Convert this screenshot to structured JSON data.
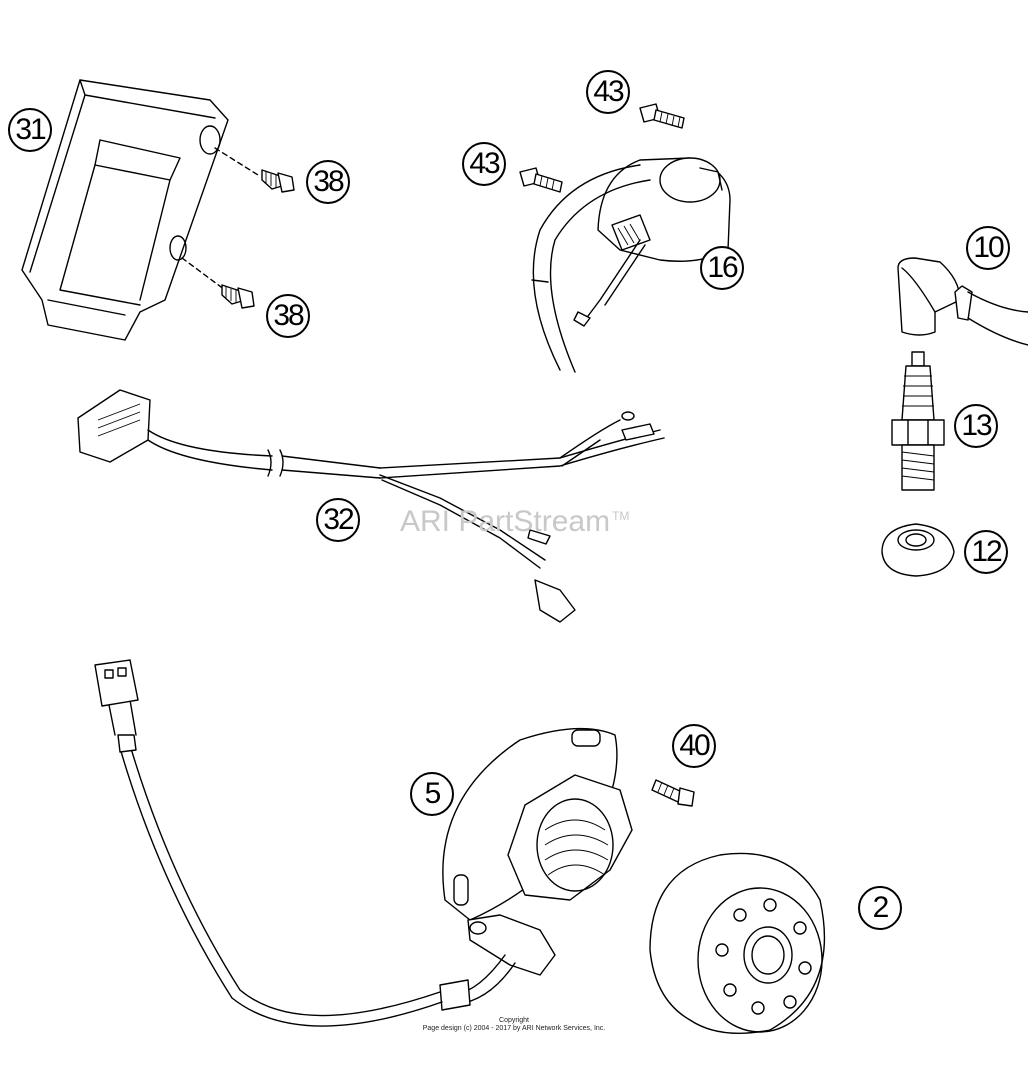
{
  "callouts": [
    {
      "id": "31",
      "text": "31"
    },
    {
      "id": "38a",
      "text": "38"
    },
    {
      "id": "38b",
      "text": "38"
    },
    {
      "id": "43a",
      "text": "43"
    },
    {
      "id": "43b",
      "text": "43"
    },
    {
      "id": "16",
      "text": "16"
    },
    {
      "id": "10",
      "text": "10"
    },
    {
      "id": "13",
      "text": "13"
    },
    {
      "id": "12",
      "text": "12"
    },
    {
      "id": "32",
      "text": "32"
    },
    {
      "id": "40",
      "text": "40"
    },
    {
      "id": "5",
      "text": "5"
    },
    {
      "id": "2",
      "text": "2"
    }
  ],
  "watermark": {
    "text": "ARI PartStream",
    "mark": "TM"
  },
  "copyright": {
    "line1": "Copyright",
    "line2": "Page design (c) 2004 - 2017 by ARI Network Services, Inc."
  }
}
